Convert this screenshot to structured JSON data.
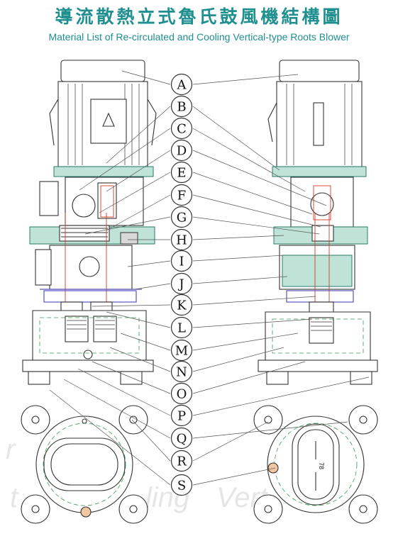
{
  "title_cn": "導流散熱立式魯氏鼓風機結構圖",
  "title_en": "Material List of Re-circulated and Cooling Vertical-type Roots Blower",
  "labels": [
    "A",
    "B",
    "C",
    "D",
    "E",
    "F",
    "G",
    "H",
    "I",
    "J",
    "K",
    "L",
    "M",
    "N",
    "O",
    "P",
    "Q",
    "R",
    "S"
  ],
  "dimension_text": "78",
  "watermark": [
    "r",
    "t",
    "ling",
    "Vert"
  ]
}
